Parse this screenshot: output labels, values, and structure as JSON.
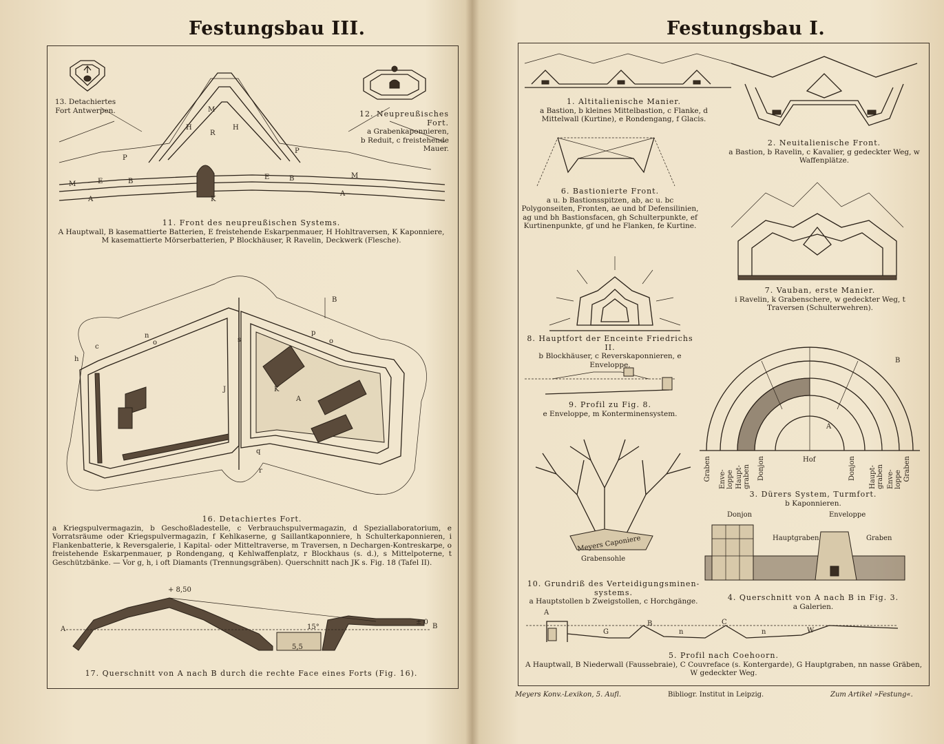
{
  "left": {
    "title": "Festungsbau III.",
    "fig13": "13. Detachiertes\nFort Antwerpen.",
    "fig12": {
      "title": "12. Neupreußisches Fort.",
      "body": "a Grabenkaponnieren,\nb Reduit, c freistehende\nMauer."
    },
    "fig11": {
      "title": "11. Front des neupreußischen Systems.",
      "body": "A Hauptwall, B kasemattierte Batterien, E freistehende Eskarpenmauer, H Hohltraversen, K Kaponniere, M kasemattierte Mörserbatterien, P Blockhäuser, R Ravelin, Deckwerk (Flesche)."
    },
    "fig11_labels": [
      "M",
      "H",
      "R",
      "H",
      "P",
      "P",
      "M",
      "E",
      "B",
      "E",
      "B",
      "M",
      "A",
      "A",
      "K"
    ],
    "fig16": {
      "title": "16. Detachiertes Fort.",
      "body": "a Kriegspulvermagazin, b Geschoßladestelle, c Verbrauchspulvermagazin, d Speziallaboratorium, e Vorratsräume oder Kriegspulvermagazin, f Kehlkaserne, g Saillantkaponniere, h Schulterkaponnieren, i Flankenbatterie, k Reversgalerie, l Kapital- oder Mitteltraverse, m Traversen, n Dechargen-Kontreskarpe, o freistehende Eskarpenmauer, p Rondengang, q Kehlwaffenplatz, r Blockhaus (s. d.), s Mittelpoterne, t Geschützbänke. — Vor g, h, i oft Diamants (Trennungsgräben). Querschnitt nach JK s. Fig. 18 (Tafel II)."
    },
    "fig16_labels": [
      "B",
      "J",
      "K",
      "A",
      "h",
      "c",
      "n",
      "o",
      "s",
      "p",
      "o",
      "q",
      "r"
    ],
    "fig17": {
      "title": "17. Querschnitt von A nach B durch die rechte Face eines Forts (Fig. 16).",
      "h1": "+ 8,50",
      "h2": "± 0",
      "h3": "5,5",
      "angle": "15°",
      "a": "A",
      "b": "B"
    }
  },
  "right": {
    "title": "Festungsbau I.",
    "fig1": {
      "title": "1. Altitalienische Manier.",
      "body": "a Bastion, b kleines Mittelbastion, c Flanke, d Mittelwall (Kurtine), e Rondengang, f Glacis."
    },
    "fig2": {
      "title": "2. Neuitalienische Front.",
      "body": "a Bastion, b Ravelin, c Kavalier, g gedeckter Weg, w Waffenplätze."
    },
    "fig6": {
      "title": "6. Bastionierte Front.",
      "body": "a u. b Bastionsspitzen, ab, ac u. bc Polygonseiten, Fronten, ae und bf Defensilinien, ag und bh Bastionsfacen, gh Schulterpunkte, ef Kurtinenpunkte, gf und he Flanken, fe Kurtine."
    },
    "fig7": {
      "title": "7. Vauban, erste Manier.",
      "body": "i Ravelin, k Grabenschere, w gedeckter Weg, t Traversen (Schulterwehren)."
    },
    "fig8": {
      "title": "8. Hauptfort der Enceinte Friedrichs II.",
      "body": "b Blockhäuser, c Reverskaponnieren, e Enveloppe."
    },
    "fig9": {
      "title": "9. Profil zu Fig. 8.",
      "body": "e Enveloppe, m Konterminensystem."
    },
    "fig3": {
      "title": "3. Dürers System, Turmfort.",
      "body": "b Kaponnieren.",
      "labels": [
        "Graben",
        "Enve-loppe",
        "Haupt-graben",
        "Donjon",
        "Hof",
        "Donjon",
        "Haupt-graben",
        "Enve-loppe",
        "Graben"
      ],
      "B": "B",
      "A": "A"
    },
    "fig10": {
      "title": "10. Grundriß des Verteidigungsminen-systems.",
      "body": "a Hauptstollen b Zweigstollen, c Horchgänge.",
      "sign": "Meyers Caponiere",
      "sole": "Grabensohle"
    },
    "fig4": {
      "title": "4. Querschnitt von A nach B in Fig. 3.",
      "body": "a Galerien.",
      "donjon": "Donjon",
      "env": "Enveloppe",
      "hg": "Hauptgraben",
      "gr": "Graben"
    },
    "fig5": {
      "title": "5. Profil nach Coehoorn.",
      "body": "A Hauptwall, B Niederwall (Faussebraie), C Couvreface (s. Kontergarde), G Hauptgraben, nn nasse Gräben, W gedeckter Weg.",
      "labels": [
        "A",
        "G",
        "B",
        "n",
        "C",
        "n",
        "W"
      ]
    },
    "footer": {
      "l": "Meyers Konv.-Lexikon, 5. Aufl.",
      "c": "Bibliogr. Institut in Leipzig.",
      "r": "Zum Artikel »Festung«."
    }
  }
}
